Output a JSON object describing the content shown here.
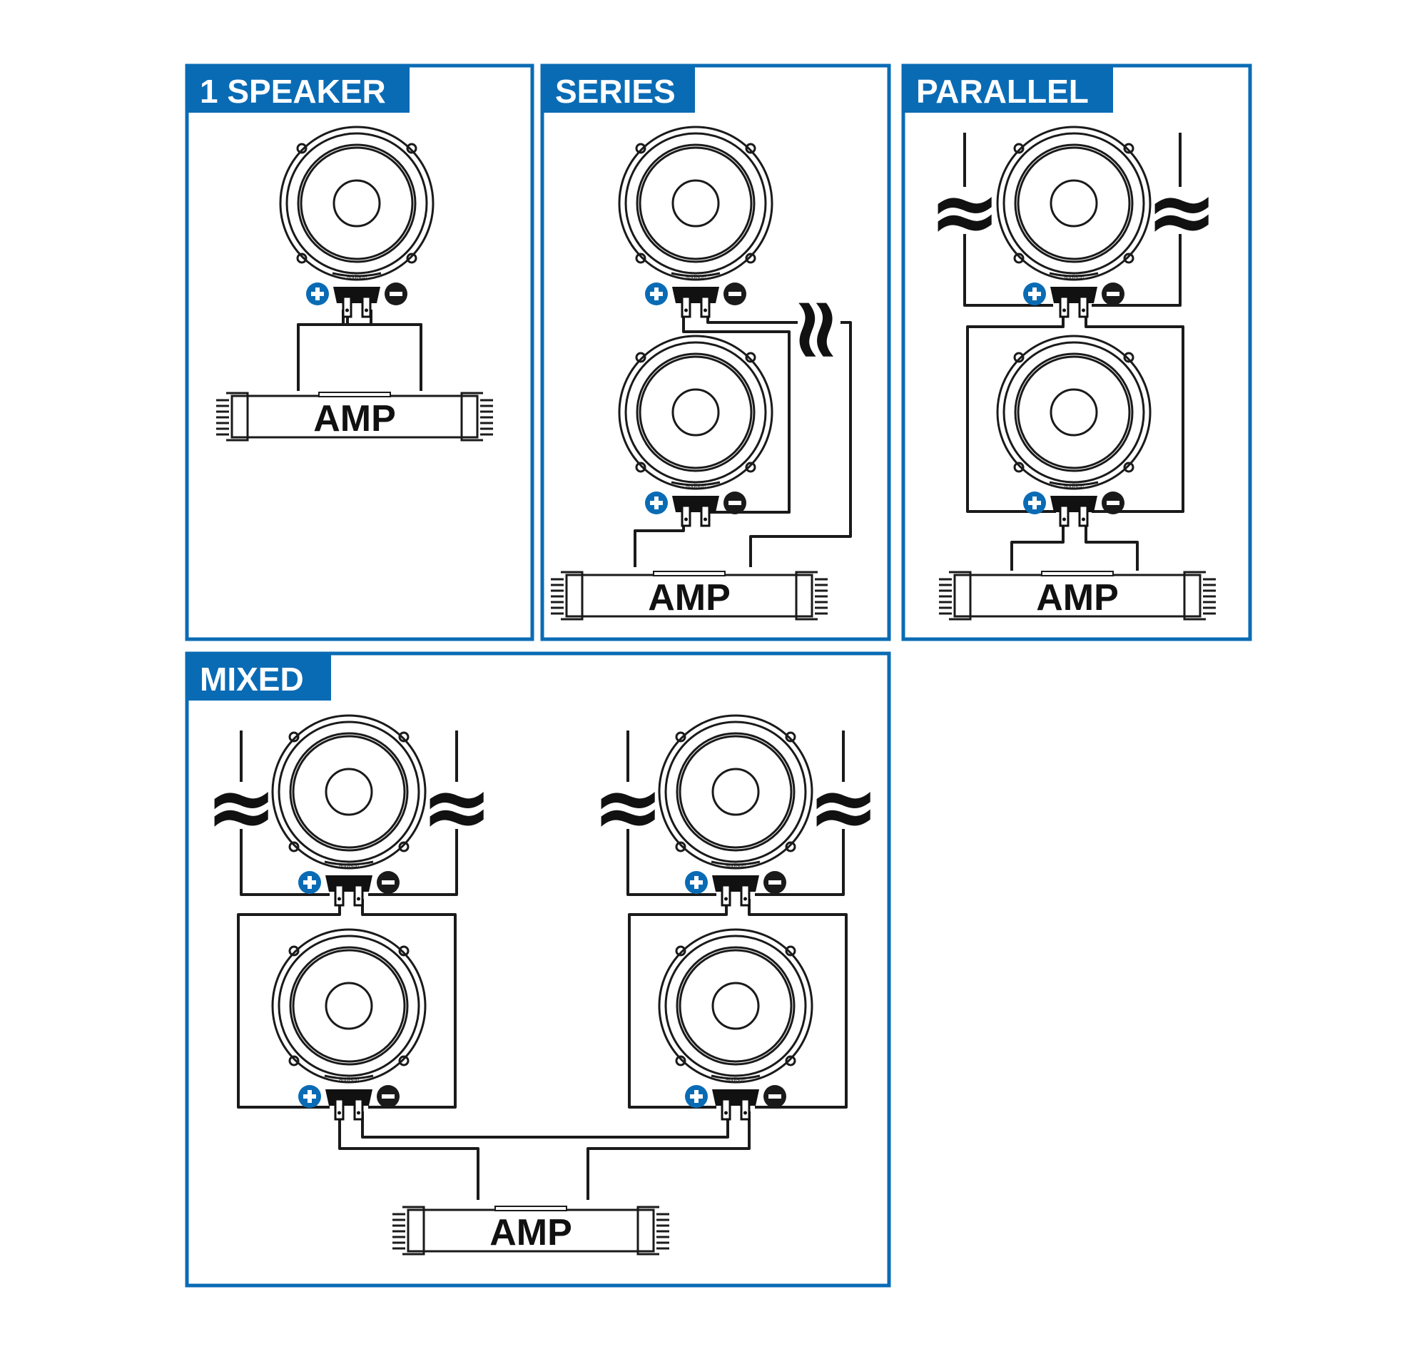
{
  "colors": {
    "accent": "#0a6bb5",
    "line": "#1a1a1a",
    "plus": "#0a6bb5",
    "minus": "#1a1a1a"
  },
  "panels": [
    {
      "id": "one",
      "title": "1 SPEAKER"
    },
    {
      "id": "series",
      "title": "SERIES"
    },
    {
      "id": "parallel",
      "title": "PARALLEL"
    },
    {
      "id": "mixed",
      "title": "MIXED"
    }
  ],
  "amp_label": "AMP",
  "speaker_brand": "audison",
  "terminal_plus_icon": "plus-circle-icon",
  "terminal_minus_icon": "minus-circle-icon",
  "wire_break_symbol": "≈"
}
